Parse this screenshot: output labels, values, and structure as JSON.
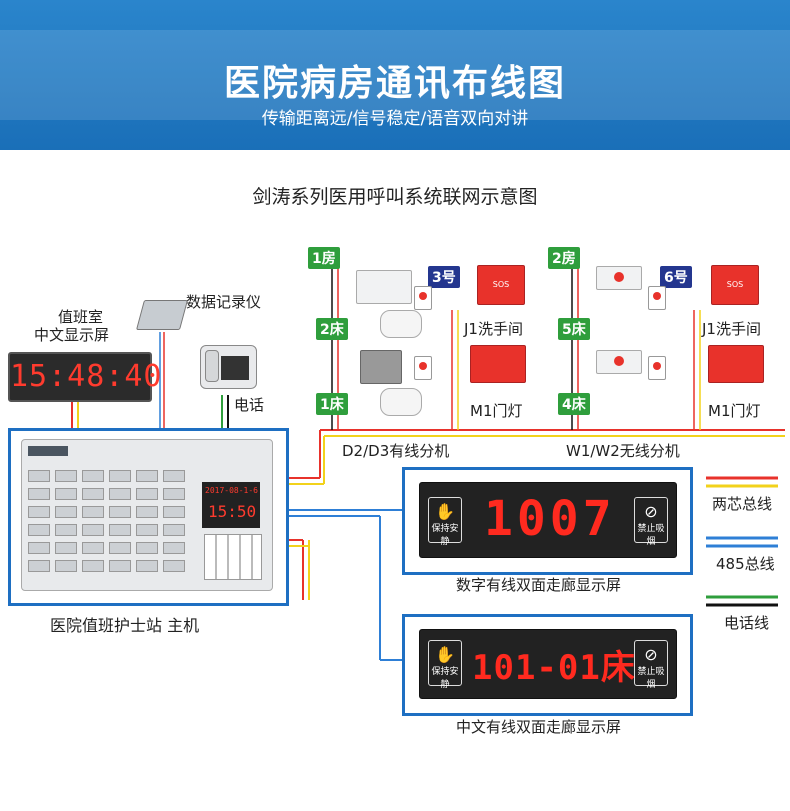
{
  "banner": {
    "title": "医院病房通讯布线图",
    "subtitle": "传输距离远/信号稳定/语音双向对讲"
  },
  "diagram_title": "剑涛系列医用呼叫系统联网示意图",
  "left": {
    "duty_room_label_1": "值班室",
    "duty_room_label_2": "中文显示屏",
    "clock_time": "15:48:40",
    "data_recorder_label": "数据记录仪",
    "phone_label": "电话",
    "main_station_label": "医院值班护士站  主机",
    "console_date": "2017-08-1-6",
    "console_time": "15:50"
  },
  "rooms": {
    "room1_tag": "1房",
    "bed2_tag": "2床",
    "bed1_tag": "1床",
    "room3_tag": "3号",
    "room1_sink": "J1洗手间",
    "room1_door": "M1门灯",
    "room1_extension": "D2/D3有线分机",
    "room2_tag": "2房",
    "bed5_tag": "5床",
    "bed4_tag": "4床",
    "room6_tag": "6号",
    "room2_sink": "J1洗手间",
    "room2_door": "M1门灯",
    "room2_extension": "W1/W2无线分机",
    "sos_text": "SOS"
  },
  "corridor": {
    "digital_number": "1007",
    "digital_label": "数字有线双面走廊显示屏",
    "chinese_text": "101-01床",
    "chinese_label": "中文有线双面走廊显示屏",
    "quiet_text": "保持安静",
    "no_smoking_text": "禁止吸烟"
  },
  "legend": {
    "two_core": "两芯总线",
    "bus485": "485总线",
    "phone_line": "电话线",
    "colors": {
      "red": "#e8322b",
      "yellow": "#f2d21b",
      "blue": "#2e7fd6",
      "green": "#2f9e3c",
      "black": "#111111"
    }
  }
}
